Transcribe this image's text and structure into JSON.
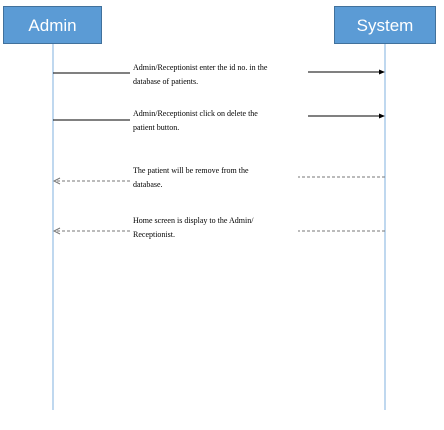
{
  "actors": {
    "left": "Admin",
    "right": "System"
  },
  "messages": [
    {
      "line1": "Admin/Receptionist enter the id no. in the",
      "line2": "database of patients.",
      "direction": "to-system",
      "style": "solid"
    },
    {
      "line1": "Admin/Receptionist click on delete the",
      "line2": "patient button.",
      "direction": "to-system",
      "style": "solid"
    },
    {
      "line1": "The patient will be remove from the",
      "line2": "database.",
      "direction": "to-admin",
      "style": "dashed"
    },
    {
      "line1": "Home screen is display to the Admin/",
      "line2": "Receptionist.",
      "direction": "to-admin",
      "style": "dashed"
    }
  ],
  "colors": {
    "actor_fill": "#5b9bd5",
    "actor_border": "#41719c",
    "lifeline": "#9dc3e6"
  }
}
